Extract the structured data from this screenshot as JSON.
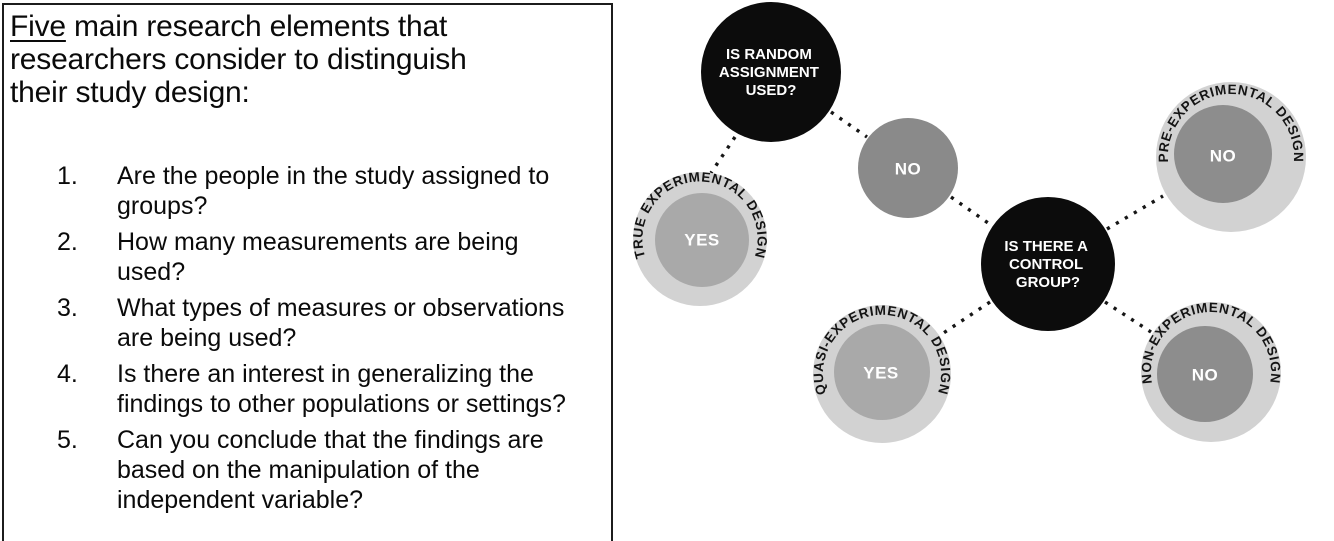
{
  "panel": {
    "title": {
      "underlined_word": "Five",
      "line1_rest": " main research elements that",
      "line2": "researchers consider to distinguish",
      "line3": "their study design:"
    },
    "items": [
      {
        "number": "1.",
        "lines": [
          "Are the people in the study assigned to",
          "groups?"
        ]
      },
      {
        "number": "2.",
        "lines": [
          "How many measurements are being",
          "used?"
        ]
      },
      {
        "number": "3.",
        "lines": [
          "What types of measures or observations",
          "are being used?"
        ]
      },
      {
        "number": "4.",
        "lines": [
          "Is there an interest in generalizing the",
          "findings to other populations or settings?"
        ]
      },
      {
        "number": "5.",
        "lines": [
          "Can you conclude that the findings are",
          "based on the manipulation of the",
          "independent variable?"
        ]
      }
    ]
  },
  "diagram": {
    "nodes": {
      "random_assignment": {
        "lines": [
          "IS RANDOM",
          "ASSIGNMENT",
          "USED?"
        ]
      },
      "no_between": {
        "label": "NO"
      },
      "control_group": {
        "lines": [
          "IS THERE A",
          "CONTROL",
          "GROUP?"
        ]
      },
      "true_experimental": {
        "ring_label": "TRUE EXPERIMENTAL DESIGN",
        "answer": "YES"
      },
      "pre_experimental": {
        "ring_label": "PRE-EXPERIMENTAL DESIGN",
        "answer": "NO"
      },
      "quasi_experimental": {
        "ring_label": "QUASI-EXPERIMENTAL DESIGN",
        "answer": "YES"
      },
      "non_experimental": {
        "ring_label": "NON-EXPERIMENTAL DESIGN",
        "answer": "NO"
      }
    },
    "colors": {
      "decision_node": "#0c0c0c",
      "answer_node_gray": "#8a8a8a",
      "ring_gray": "#d2d2d2",
      "inner_yes_gray": "#a9a9a9",
      "inner_no_gray": "#8d8d8d",
      "connector": "#161616",
      "answer_text": "#ffffff",
      "ring_text": "#141414"
    }
  }
}
